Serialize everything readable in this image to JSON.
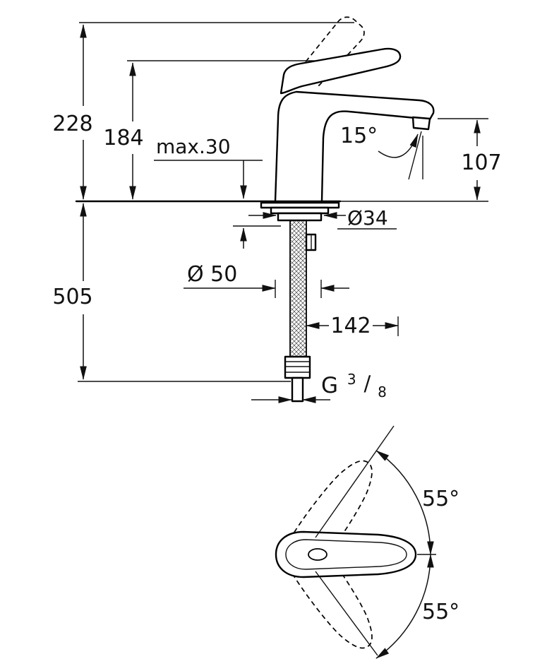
{
  "drawing": {
    "type": "faucet-installation-dimension-drawing",
    "line_color": "#111111",
    "background": "#ffffff"
  },
  "side_view": {
    "dim_overall_height": "228",
    "dim_body_height": "184",
    "dim_max_deck_thickness": "max.30",
    "dim_spout_angle": "15°",
    "dim_spout_height": "107",
    "dim_shank_diameter": "Ø34",
    "dim_base_diameter": "Ø 50",
    "dim_below_deck_length": "505",
    "dim_hose_length": "142",
    "thread_letter": "G",
    "thread_numerator": "3",
    "thread_slash": "/",
    "thread_denominator": "8"
  },
  "top_view": {
    "dim_swivel_upper": "55°",
    "dim_swivel_lower": "55°"
  }
}
